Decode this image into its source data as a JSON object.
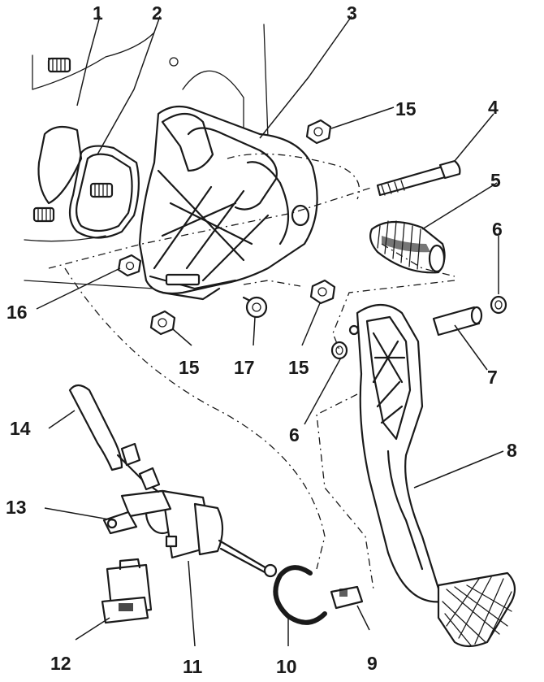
{
  "callouts": {
    "c1": "1",
    "c2": "2",
    "c3": "3",
    "c4": "4",
    "c5": "5",
    "c6a": "6",
    "c6b": "6",
    "c7": "7",
    "c8": "8",
    "c9": "9",
    "c10": "10",
    "c11": "11",
    "c12": "12",
    "c13": "13",
    "c14": "14",
    "c15a": "15",
    "c15b": "15",
    "c15c": "15",
    "c16": "16",
    "c17": "17"
  }
}
